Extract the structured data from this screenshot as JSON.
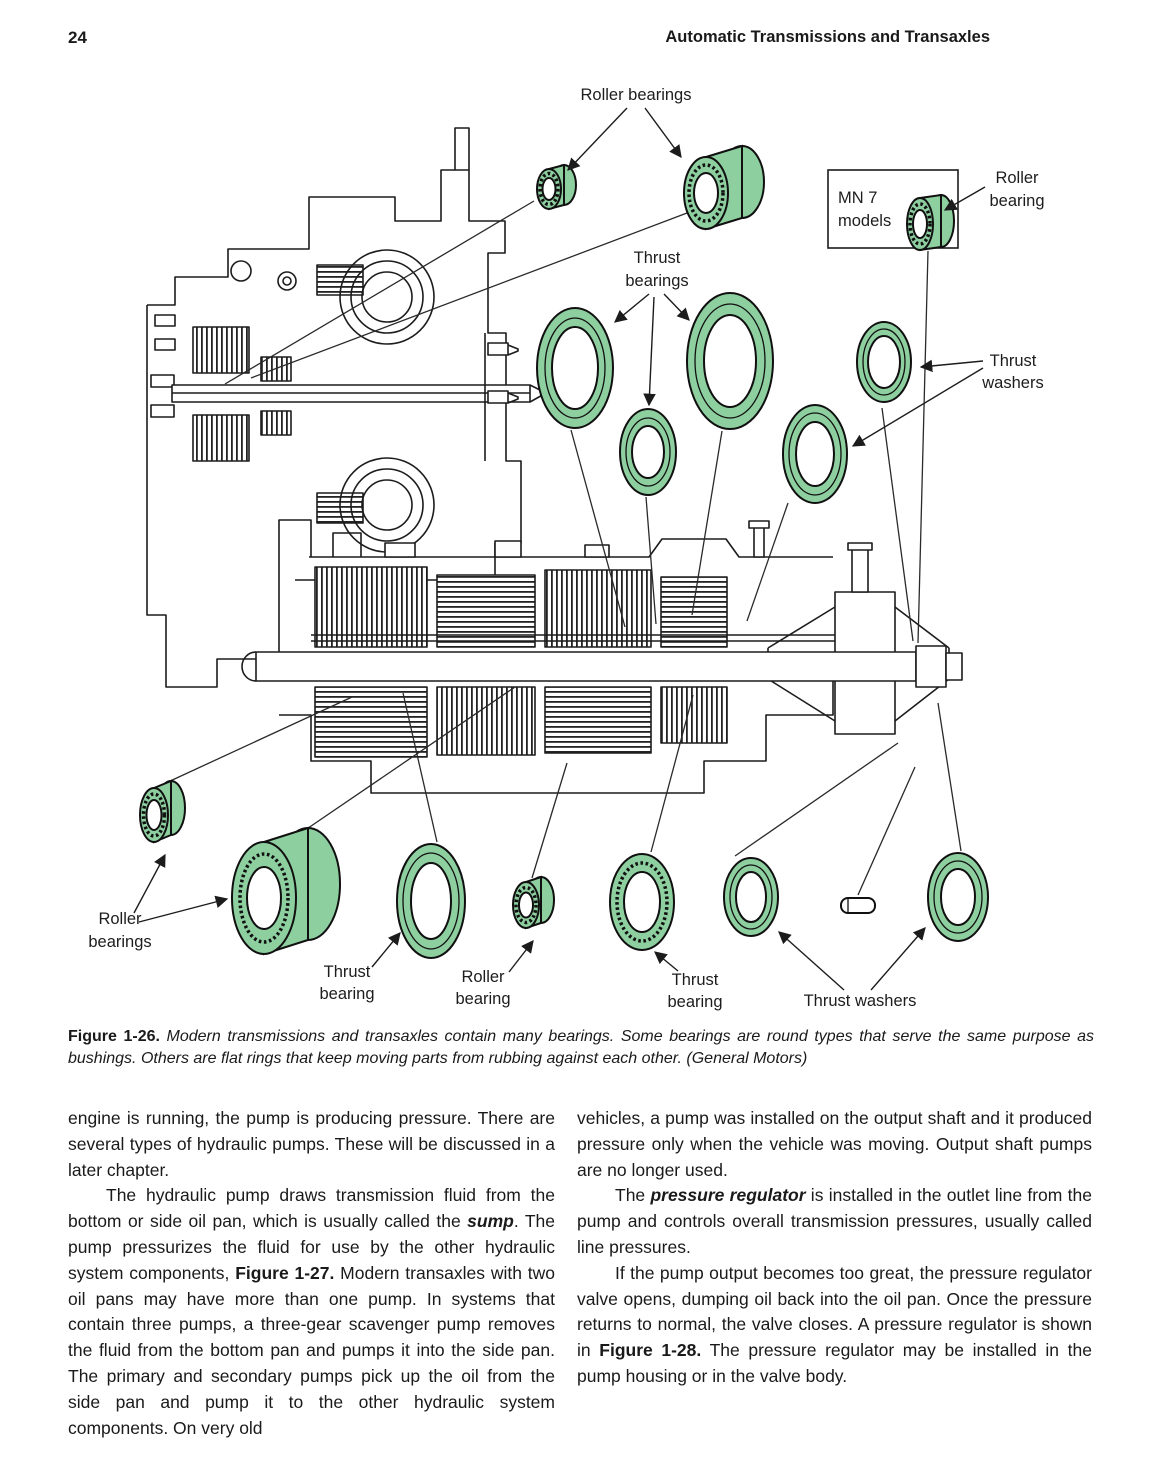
{
  "page": {
    "number": "24",
    "running_head": "Automatic Transmissions and Transaxles"
  },
  "figure": {
    "labels": {
      "roller_bearings_top": "Roller bearings",
      "mn7_line1": "MN 7",
      "mn7_line2": "models",
      "roller_bearing_right_1": "Roller",
      "roller_bearing_right_2": "bearing",
      "thrust_bearings_1": "Thrust",
      "thrust_bearings_2": "bearings",
      "thrust_washers_right_1": "Thrust",
      "thrust_washers_right_2": "washers",
      "roller_bearings_bottom_1": "Roller",
      "roller_bearings_bottom_2": "bearings",
      "thrust_bearing_left_1": "Thrust",
      "thrust_bearing_left_2": "bearing",
      "roller_bearing_bottom_1": "Roller",
      "roller_bearing_bottom_2": "bearing",
      "thrust_bearing_right_1": "Thrust",
      "thrust_bearing_right_2": "bearing",
      "thrust_washers_bottom": "Thrust washers"
    },
    "colors": {
      "bearing_green": "#8ecfa0",
      "line_black": "#1c1c1c"
    }
  },
  "caption": {
    "figure_ref": "Figure 1-26.",
    "text": " Modern transmissions and transaxles contain many bearings. Some bearings are round types that serve the same purpose as bushings. Others are flat rings that keep moving parts from rubbing against each other. (General Motors)"
  },
  "body": {
    "left_column": [
      {
        "indent": false,
        "segments": [
          {
            "style": "n",
            "text": "engine is running, the pump is producing pressure. There are several types of hydraulic pumps. These will be discussed in a later chapter."
          }
        ]
      },
      {
        "indent": true,
        "segments": [
          {
            "style": "n",
            "text": "The hydraulic pump draws transmission fluid from the bottom or side oil pan, which is usually called the "
          },
          {
            "style": "bi",
            "text": "sump"
          },
          {
            "style": "n",
            "text": ". The pump pressurizes the fluid for use by the other hydraulic system components, "
          },
          {
            "style": "b",
            "text": "Figure 1-27."
          },
          {
            "style": "n",
            "text": " Modern transaxles with two oil pans may have more than one pump. In systems that contain three pumps, a three-gear scavenger pump removes the fluid from the bottom pan and pumps it into the side pan. The primary and secondary pumps pick up the oil from the side pan and pump it to the other hydraulic system components. On very old"
          }
        ]
      }
    ],
    "right_column": [
      {
        "indent": false,
        "segments": [
          {
            "style": "n",
            "text": "vehicles, a pump was installed on the output shaft and it produced pressure only when the vehicle was moving. Output shaft pumps are no longer used."
          }
        ]
      },
      {
        "indent": true,
        "segments": [
          {
            "style": "n",
            "text": "The "
          },
          {
            "style": "bi",
            "text": "pressure regulator"
          },
          {
            "style": "n",
            "text": " is installed in the outlet line from the pump and controls overall transmission pressures, usually called line pressures."
          }
        ]
      },
      {
        "indent": true,
        "segments": [
          {
            "style": "n",
            "text": "If the pump output becomes too great, the pressure regulator valve opens, dumping oil back into the oil pan. Once the pressure returns to normal, the valve closes. A pressure regulator is shown in "
          },
          {
            "style": "b",
            "text": "Figure 1-28."
          },
          {
            "style": "n",
            "text": " The pressure regulator may be installed in the pump housing or in the valve body."
          }
        ]
      }
    ]
  }
}
